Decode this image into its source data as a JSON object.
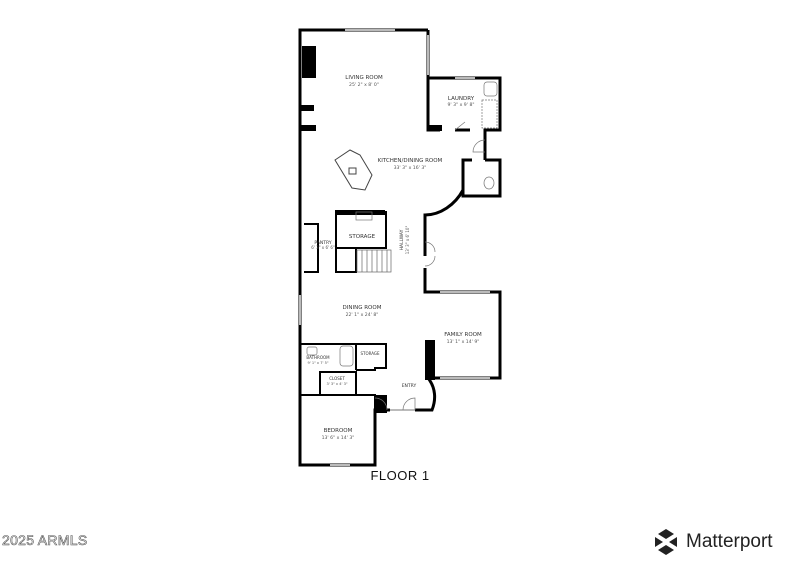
{
  "floor_label": "FLOOR 1",
  "copyright": "2025 ARMLS",
  "brand": "Matterport",
  "brand_icon": "matterport-logo-icon",
  "rooms": [
    {
      "name": "LIVING ROOM",
      "dims": "25' 2\" x 8' 0\""
    },
    {
      "name": "LAUNDRY",
      "dims": "9' 3\" x 9' 8\""
    },
    {
      "name": "KITCHEN/DINING ROOM",
      "dims": "33' 3\" x 16' 3\""
    },
    {
      "name": "STORAGE",
      "dims": ""
    },
    {
      "name": "PANTRY",
      "dims": "6' 3\" x 6' 6\""
    },
    {
      "name": "HALLWAY",
      "dims": "13' 3\" x 6' 10\""
    },
    {
      "name": "DINING ROOM",
      "dims": "22' 1\" x 24' 8\""
    },
    {
      "name": "FAMILY ROOM",
      "dims": "13' 1\" x 14' 9\""
    },
    {
      "name": "BATHROOM",
      "dims": "9' 1\" x 7' 5\""
    },
    {
      "name": "STORAGE",
      "dims": ""
    },
    {
      "name": "CLOSET",
      "dims": "3' 3\" x 4' 3\""
    },
    {
      "name": "ENTRY",
      "dims": ""
    },
    {
      "name": "BEDROOM",
      "dims": "13' 6\" x 14' 3\""
    }
  ]
}
